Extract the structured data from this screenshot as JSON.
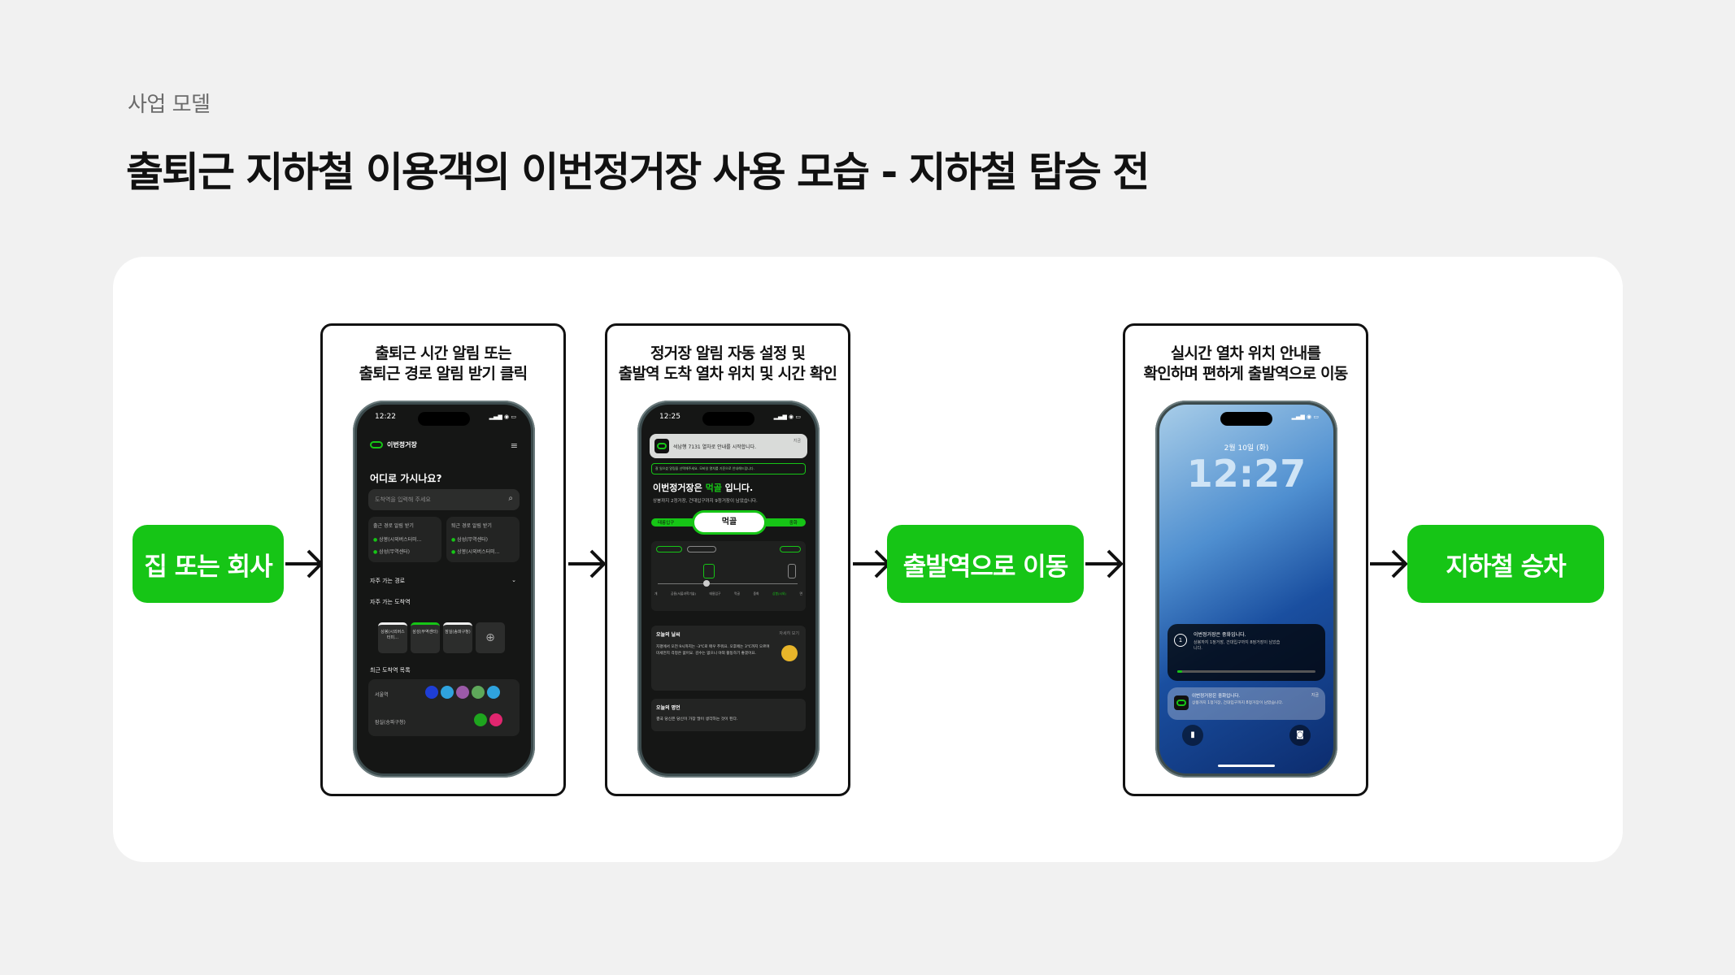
{
  "header": {
    "subtitle": "사업 모델",
    "title": "출퇴근 지하철 이용객의 이번정거장 사용 모습 - 지하철 탑승 전"
  },
  "flow": {
    "start": "집 또는 회사",
    "middle": "출발역으로 이동",
    "end": "지하철 승차"
  },
  "colors": {
    "accent": "#16c516",
    "background": "#f1f1f1"
  },
  "cards": [
    {
      "caption_line1": "출퇴근 시간 알림 또는",
      "caption_line2": "출퇴근 경로 알림 받기 클릭",
      "phone": {
        "time": "12:22",
        "app_name": "이번정거장",
        "question": "어디로 가시나요?",
        "search_placeholder": "도착역을 입력해 주세요",
        "alert_go": "출근 경로 알림 받기",
        "alert_back": "퇴근 경로 알림 받기",
        "go_from": "상봉(시외버스터미…",
        "go_to": "삼성(무역센터)",
        "back_from": "삼성(무역센터)",
        "back_to": "상봉(시외버스터미…",
        "frequent_routes": "자주 가는 경로",
        "frequent_stations": "자주 가는 도착역",
        "station_chips": [
          "상봉(시외버스터미…",
          "삼성(무역센터)",
          "잠실(송파구청)"
        ],
        "recent_title": "최근 도착역 목록",
        "recent_1": "서울역",
        "recent_2": "잠실(송파구청)"
      }
    },
    {
      "caption_line1": "정거장 알림 자동 설정 및",
      "caption_line2": "출발역 도착 열차 위치 및 시간 확인",
      "phone": {
        "time": "12:25",
        "noti": "석남행 7131 열차로 안내를 시작합니다.",
        "noti_time": "지금",
        "banner": "잘 일으셨 알림을 선택해주세요. 모바일 열차를 기준으로 안내해드립니다.",
        "station_sentence_pre": "이번정거장은",
        "station_name": "먹골",
        "station_sentence_post": "입니다.",
        "station_sub": "상봉까지 2정거장, 건대입구까지 9정거장이 남았습니다.",
        "prev_station": "태릉입구",
        "next_station": "중화",
        "current_station": "먹골",
        "track_labels": [
          "개",
          "공릉(서울과학기술)",
          "태릉입구",
          "먹골",
          "중화",
          "상봉(시외)",
          "면"
        ],
        "weather_title": "오늘의 날씨",
        "weather_more": "자세히 보기",
        "weather_text": "지평에서 오전 9시까지는 -3℃로 매우 추워요. 오후에는 3℃까지 오르며 미세먼지 걱정은 없어요. 감수는 없으니 야외 활동하기 좋겠어요.",
        "quote_title": "오늘의 명언",
        "quote_text": "결국 당신은 당신이 가장 많이 생각하는 것이 된다."
      }
    },
    {
      "caption_line1": "실시간 열차 위치 안내를",
      "caption_line2": "확인하며 편하게 출발역으로 이동",
      "phone": {
        "date": "2월 10일 (화)",
        "clock": "12:27",
        "live_title": "이번정거장은 중화입니다.",
        "live_sub": "상봉까지 1정거장, 건대입구까지 8정거장이 남았습니다.",
        "noti_title": "이번정거장은 중화입니다.",
        "noti_sub": "상봉까지 1정거장, 건대입구까지 8정거장이 남았습니다.",
        "noti_time": "지금"
      }
    }
  ]
}
